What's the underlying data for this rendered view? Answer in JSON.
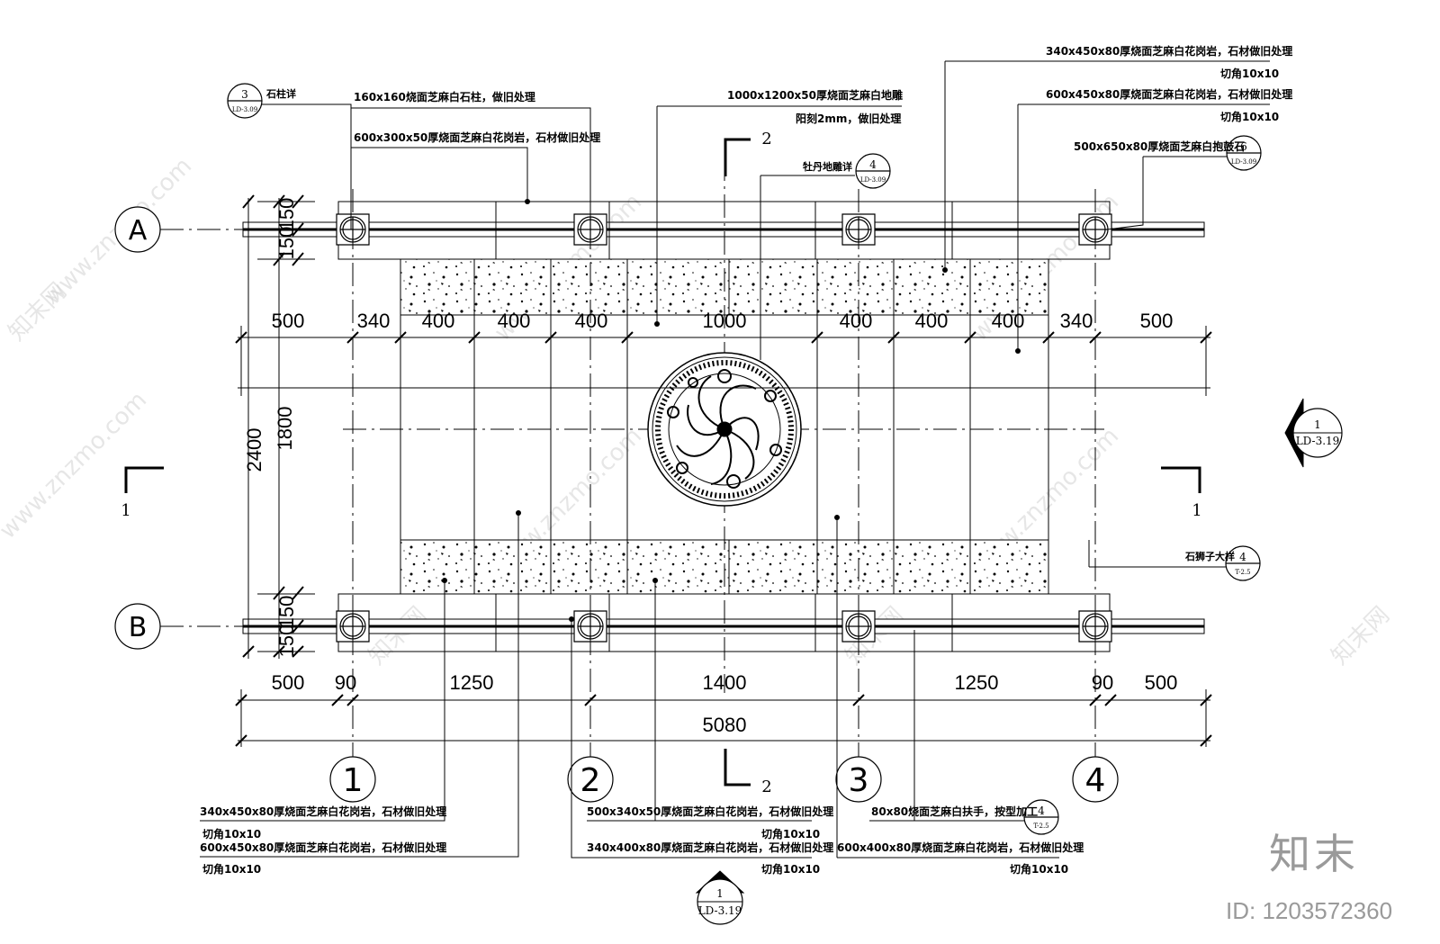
{
  "axes": {
    "rows": [
      {
        "label": "A",
        "span_mm": [
          "150",
          "150"
        ]
      },
      {
        "label": "B",
        "span_mm": [
          "150",
          "150"
        ]
      }
    ],
    "columns": [
      "1",
      "2",
      "3",
      "4"
    ]
  },
  "dimensions": {
    "top_row": [
      "500",
      "340",
      "400",
      "400",
      "400",
      "1000",
      "400",
      "400",
      "400",
      "340",
      "500"
    ],
    "bottom_row": [
      "500",
      "90",
      "1250",
      "1400",
      "1250",
      "90",
      "500"
    ],
    "total": "5080",
    "height_total": "2400",
    "height_inner": "1800"
  },
  "sections": {
    "s1_left": "1",
    "s1_right": "1",
    "s2_top": "2",
    "s2_bottom": "2"
  },
  "detail_refs": {
    "right": {
      "num": "1",
      "sheet": "LD-3.19"
    },
    "bottom": {
      "num": "1",
      "sheet": "LD-3.19"
    }
  },
  "annotations": {
    "stone_pillar_detail": "石柱详",
    "stone_pillar_tag": {
      "num": "3",
      "sheet": "LD-3.09"
    },
    "pillar": "160x160烧面芝麻白石柱，做旧处理",
    "curb_600x300": "600x300x50厚烧面芝麻白花岗岩，石材做旧处理",
    "slab_1000": "1000x1200x50厚烧面芝麻白地雕",
    "slab_1000_b": "阳刻2mm，做旧处理",
    "peony_carving": "牡丹地雕详",
    "peony_tag": {
      "num": "4",
      "sheet": "LD-3.09"
    },
    "paving_340x450_top": "340x450x80厚烧面芝麻白花岗岩，石材做旧处理",
    "chamfer_top1": "切角10x10",
    "paving_600x450_top": "600x450x80厚烧面芝麻白花岗岩，石材做旧处理",
    "chamfer_top2": "切角10x10",
    "drum_stone": "500x650x80厚烧面芝麻白抱鼓石",
    "drum_tag": {
      "num": "6",
      "sheet": "LD-3.09"
    },
    "lion_sample": "石狮子大样",
    "lion_tag": {
      "num": "4",
      "sheet": "T-2.5"
    },
    "paving_340x450_bot": "340x450x80厚烧面芝麻白花岗岩，石材做旧处理",
    "chamfer_b1": "切角10x10",
    "paving_600x450_bot": "600x450x80厚烧面芝麻白花岗岩，石材做旧处理",
    "chamfer_b2": "切角10x10",
    "paving_500x340": "500x340x50厚烧面芝麻白花岗岩，石材做旧处理",
    "chamfer_b3": "切角10x10",
    "paving_340x400": "340x400x80厚烧面芝麻白花岗岩，石材做旧处理",
    "chamfer_b4": "切角10x10",
    "handrail": "80x80烧面芝麻白扶手，按型加工",
    "handrail_tag": {
      "num": "4",
      "sheet": "T-2.5"
    },
    "paving_600x400": "600x400x80厚烧面芝麻白花岗岩，石材做旧处理",
    "chamfer_b5": "切角10x10"
  },
  "watermark": {
    "site": "www.znzmo.com",
    "brand": "知末",
    "brand_net": "知末网",
    "id": "ID: 1203572360"
  }
}
